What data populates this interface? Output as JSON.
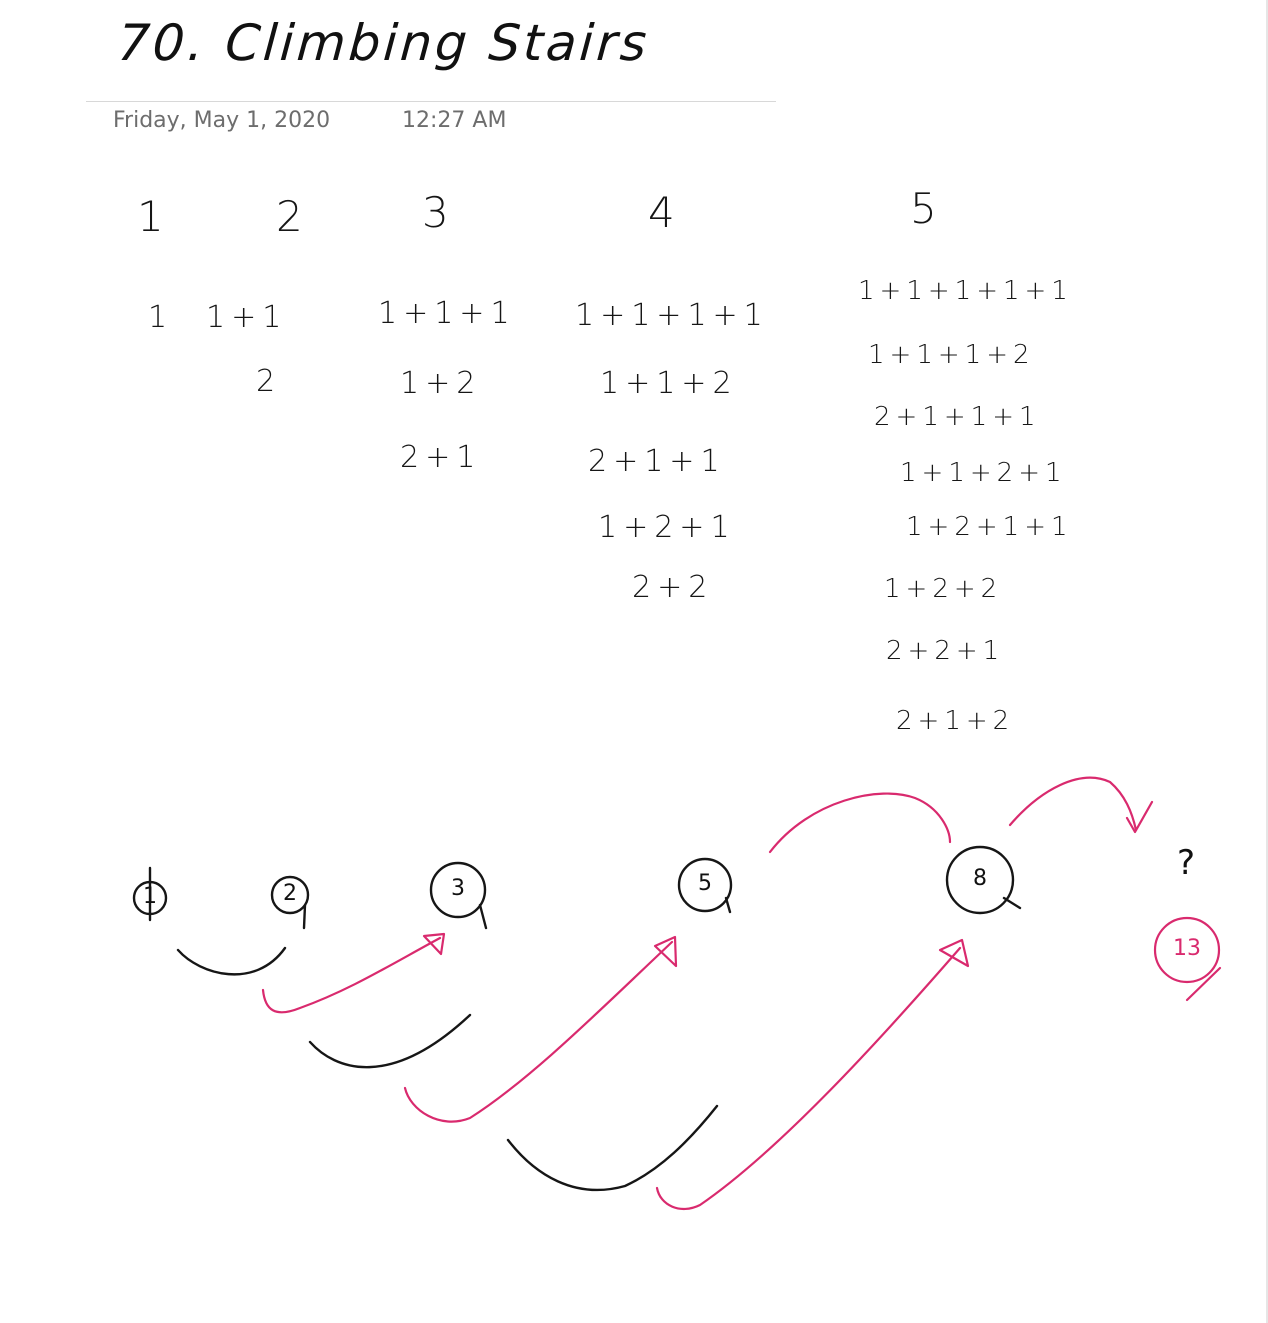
{
  "note": {
    "title": "70. Climbing Stairs",
    "date": "Friday, May 1, 2020",
    "time": "12:27 AM"
  },
  "table": {
    "headers": [
      "1",
      "2",
      "3",
      "4",
      "5"
    ],
    "col1": [
      "1"
    ],
    "col2": [
      "1+1",
      "2"
    ],
    "col3": [
      "1+1+1",
      "1+2",
      "2+1"
    ],
    "col4": [
      "1+1+1+1",
      "1+1+2",
      "2+1+1",
      "1+2+1",
      "2+2"
    ],
    "col5": [
      "1+1+1+1+1",
      "1+1+1+2",
      "2+1+1+1",
      "1+1+2+1",
      "1+2+1+1",
      "1+2+2",
      "2+2+1",
      "2+1+2"
    ]
  },
  "sequence": {
    "nodes": [
      "1",
      "2",
      "3",
      "5",
      "8",
      "?",
      "13"
    ]
  },
  "colors": {
    "ink": "#161616",
    "highlight": "#d92a6e",
    "meta": "#6d6d6d"
  }
}
